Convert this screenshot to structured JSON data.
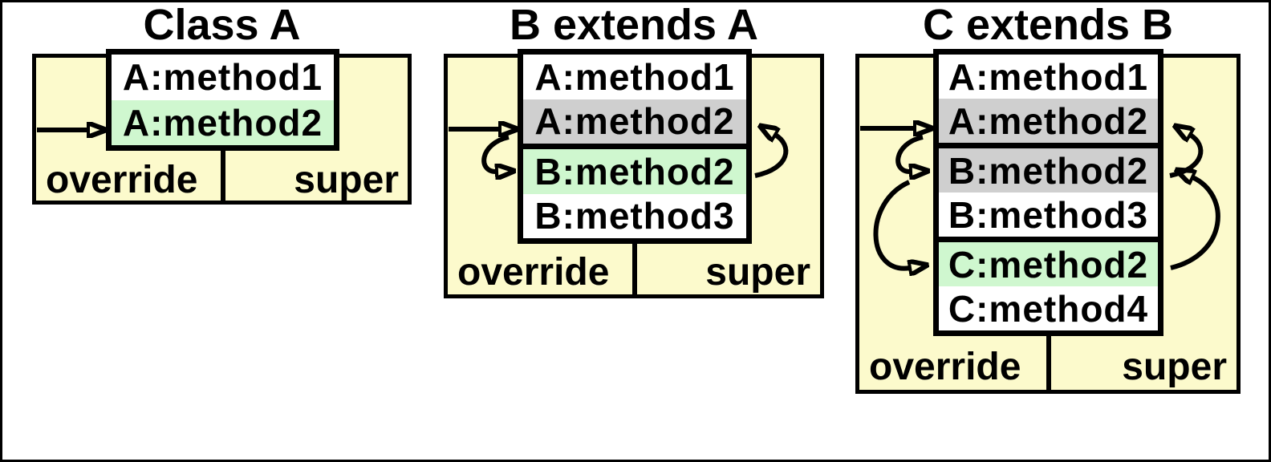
{
  "figure": {
    "type": "diagram",
    "description": "Method dispatch diagram showing override and super resolution across an inheritance chain",
    "colors": {
      "panel_bg": "#FCFACC",
      "active_green": "#CFF7CF",
      "shaded_gray": "#CFCFCF",
      "row_bg": "#FFFFFF",
      "line": "#000000"
    },
    "panels": [
      {
        "title": "Class A",
        "override_label": "override",
        "super_label": "super",
        "sections": [
          {
            "class_name": "A",
            "rows": [
              {
                "label": "A:method1",
                "state": "plain"
              },
              {
                "label": "A:method2",
                "state": "active"
              }
            ]
          }
        ],
        "arrows": [
          {
            "kind": "entry",
            "to": "A:method2"
          }
        ]
      },
      {
        "title": "B extends A",
        "override_label": "override",
        "super_label": "super",
        "sections": [
          {
            "class_name": "A",
            "rows": [
              {
                "label": "A:method1",
                "state": "plain"
              },
              {
                "label": "A:method2",
                "state": "shaded"
              }
            ]
          },
          {
            "class_name": "B",
            "rows": [
              {
                "label": "B:method2",
                "state": "active"
              },
              {
                "label": "B:method3",
                "state": "plain"
              }
            ]
          }
        ],
        "arrows": [
          {
            "kind": "entry",
            "to": "A:method2"
          },
          {
            "kind": "override",
            "from": "A:method2",
            "to": "B:method2"
          },
          {
            "kind": "super",
            "from": "B:method2",
            "to": "A:method2"
          }
        ]
      },
      {
        "title": "C extends B",
        "override_label": "override",
        "super_label": "super",
        "sections": [
          {
            "class_name": "A",
            "rows": [
              {
                "label": "A:method1",
                "state": "plain"
              },
              {
                "label": "A:method2",
                "state": "shaded"
              }
            ]
          },
          {
            "class_name": "B",
            "rows": [
              {
                "label": "B:method2",
                "state": "shaded"
              },
              {
                "label": "B:method3",
                "state": "plain"
              }
            ]
          },
          {
            "class_name": "C",
            "rows": [
              {
                "label": "C:method2",
                "state": "active"
              },
              {
                "label": "C:method4",
                "state": "plain"
              }
            ]
          }
        ],
        "arrows": [
          {
            "kind": "entry",
            "to": "A:method2"
          },
          {
            "kind": "override",
            "from": "A:method2",
            "to": "B:method2"
          },
          {
            "kind": "override",
            "from": "B:method2",
            "to": "C:method2"
          },
          {
            "kind": "super",
            "from": "B:method2",
            "to": "A:method2"
          },
          {
            "kind": "super",
            "from": "C:method2",
            "to": "B:method2"
          }
        ]
      }
    ]
  }
}
